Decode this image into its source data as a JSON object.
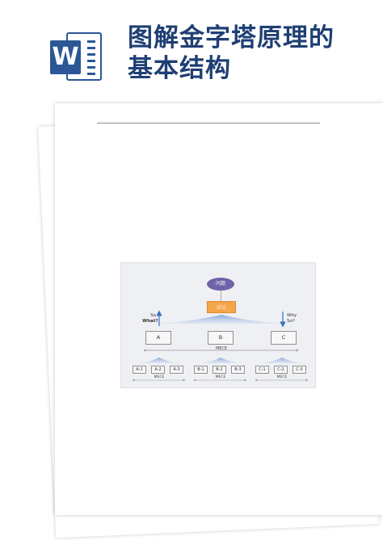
{
  "header": {
    "app_icon": "word-icon",
    "word_letter": "W",
    "title_line1": "图解金字塔原理的",
    "title_line2": "基本结构"
  },
  "diagram": {
    "top_node": "问题",
    "answer_node": "结论",
    "left_note_line1": "So",
    "left_note_line2": "What?",
    "right_note_line1": "Why",
    "right_note_line2": "So?",
    "level1": [
      "A",
      "B",
      "C"
    ],
    "level1_mece": "MECE",
    "level2": [
      [
        "A-1",
        "A-2",
        "A-3"
      ],
      [
        "B-1",
        "B-2",
        "B-3"
      ],
      [
        "C-1",
        "C-2",
        "C-3"
      ]
    ],
    "level2_mece": [
      "MECE",
      "MECE",
      "MECE"
    ]
  },
  "colors": {
    "title": "#1f3f73",
    "word_blue": "#2b5797",
    "ellipse": "#6f62a8",
    "orange": "#f5a54a",
    "arrow_blue": "#3a6fc4"
  }
}
